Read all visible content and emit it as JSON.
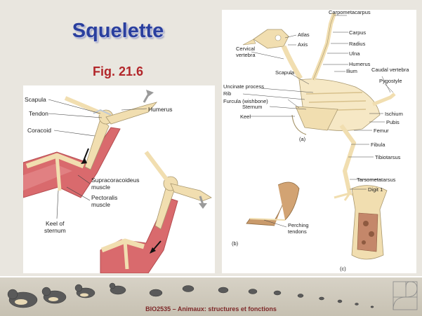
{
  "slide": {
    "title": "Squelette",
    "subtitle": "Fig. 21.6",
    "footer": "BIO2535 – Animaux: structures et fonctions"
  },
  "left_figure": {
    "labels": {
      "scapula": "Scapula",
      "tendon": "Tendon",
      "coracoid": "Coracoid",
      "humerus": "Humerus",
      "supracoracoideus": [
        "Supracoracoideus",
        "muscle"
      ],
      "pectoralis": [
        "Pectoralis",
        "muscle"
      ],
      "keel": [
        "Keel of",
        "sternum"
      ]
    }
  },
  "right_figure": {
    "labels": {
      "carpometacarpus": "Carpometacarpus",
      "carpus": "Carpus",
      "radius": "Radius",
      "ulna": "Ulna",
      "humerus": "Humerus",
      "ilium": "Ilium",
      "caudal": "Caudal vertebra",
      "pygostyle": "Pygostyle",
      "atlas": "Atlas",
      "axis": "Axis",
      "cervical": [
        "Cervical",
        "vertebra"
      ],
      "scapula": "Scapula",
      "uncinate": "Uncinate process",
      "rib": "Rib",
      "furcula": "Furcula (wishbone)",
      "sternum": "Sternum",
      "keel": "Keel",
      "ischium": "Ischium",
      "pubis": "Pubis",
      "femur": "Femur",
      "fibula": "Fibula",
      "tibiotarsus": "Tibiotarsus",
      "tarsometatarsus": "Tarsometatarsus",
      "digit1": "Digit 1",
      "perching": [
        "Perching",
        "tendons"
      ],
      "part_a": "(a)",
      "part_b": "(b)",
      "part_c": "(c)"
    }
  },
  "colors": {
    "title": "#2a3f9e",
    "subtitle": "#b2262a",
    "footer_text": "#7d2828",
    "bone": "#f1deb0",
    "muscle": "#d96a6d"
  }
}
